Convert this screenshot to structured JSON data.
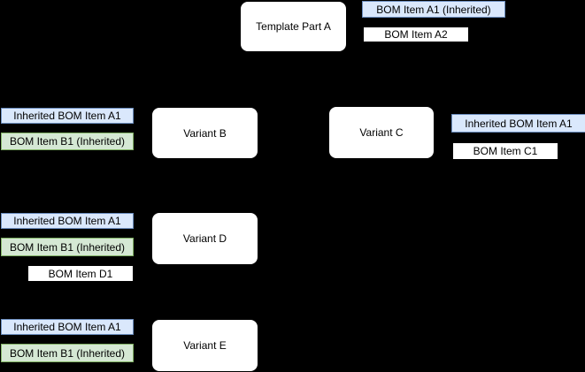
{
  "colors": {
    "background": "#000000",
    "inherited_blue_fill": "#dae8fc",
    "inherited_blue_border": "#6c8ebf",
    "inherited_green_fill": "#d5e8d4",
    "inherited_green_border": "#82b366",
    "node_fill": "#ffffff",
    "node_border": "#000000",
    "text": "#000000"
  },
  "nodes": [
    {
      "id": "template-part-a",
      "label": "Template Part A"
    },
    {
      "id": "variant-b",
      "label": "Variant B"
    },
    {
      "id": "variant-c",
      "label": "Variant C"
    },
    {
      "id": "variant-d",
      "label": "Variant D"
    },
    {
      "id": "variant-e",
      "label": "Variant E"
    }
  ],
  "bom_items": {
    "template_a": [
      {
        "label": "BOM Item A1 (Inherited)",
        "type": "inherited-blue"
      },
      {
        "label": "BOM Item A2",
        "type": "plain"
      }
    ],
    "variant_b": [
      {
        "label": "Inherited BOM Item A1",
        "type": "inherited-blue"
      },
      {
        "label": "BOM Item B1 (Inherited)",
        "type": "inherited-green"
      }
    ],
    "variant_c": [
      {
        "label": "Inherited BOM Item A1",
        "type": "inherited-blue"
      },
      {
        "label": "BOM Item C1",
        "type": "plain"
      }
    ],
    "variant_d": [
      {
        "label": "Inherited BOM Item A1",
        "type": "inherited-blue"
      },
      {
        "label": "BOM Item B1 (Inherited)",
        "type": "inherited-green"
      },
      {
        "label": "BOM Item D1",
        "type": "plain"
      }
    ],
    "variant_e": [
      {
        "label": "Inherited BOM Item A1",
        "type": "inherited-blue"
      },
      {
        "label": "BOM Item B1 (Inherited)",
        "type": "inherited-green"
      }
    ]
  }
}
